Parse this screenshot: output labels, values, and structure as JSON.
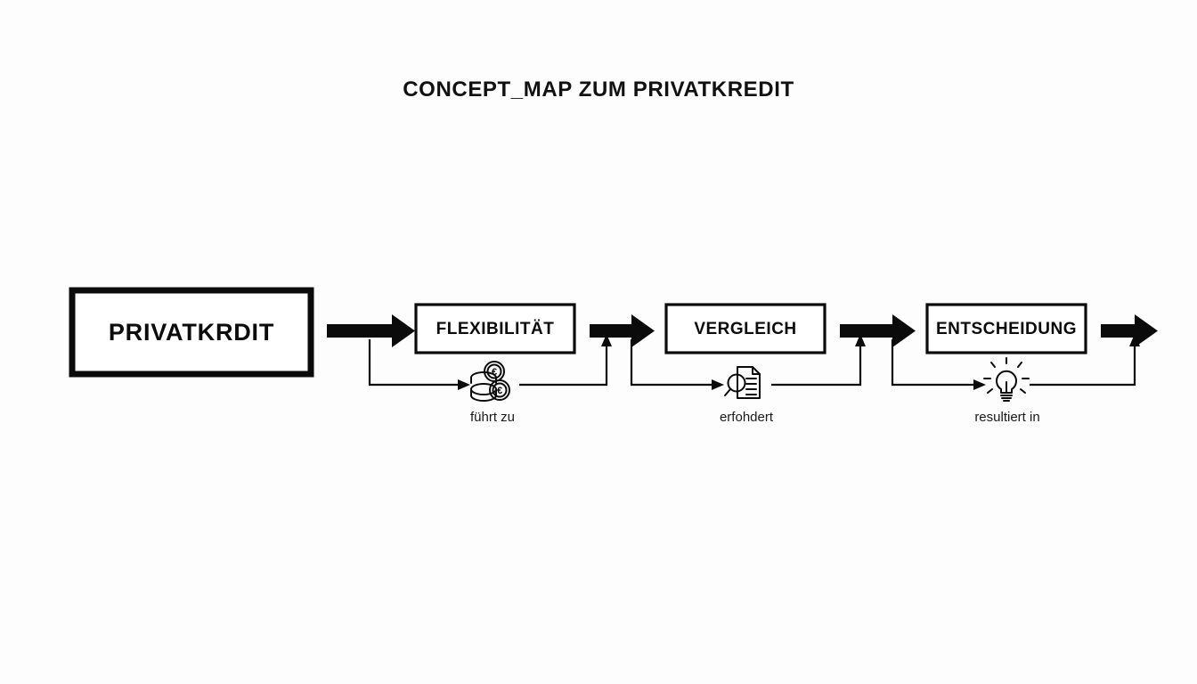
{
  "title": "CONCEPT_MAP ZUM PRIVATKREDIT",
  "colors": {
    "background": "#fdfdfd",
    "ink": "#0b0b0b",
    "box_fill": "#ffffff"
  },
  "diagram": {
    "type": "concept-map",
    "orientation": "left-to-right",
    "nodes": [
      {
        "id": "privatkredit",
        "label": "PRIVATKRDIT",
        "emphasis": "primary"
      },
      {
        "id": "flexibilitaet",
        "label": "FLEXIBILITÄT",
        "emphasis": "normal"
      },
      {
        "id": "vergleich",
        "label": "VERGLEICH",
        "emphasis": "normal"
      },
      {
        "id": "entscheidung",
        "label": "ENTSCHEIDUNG",
        "emphasis": "normal"
      }
    ],
    "edges": [
      {
        "id": "edge-1",
        "from": "privatkredit",
        "to": "flexibilitaet",
        "label": "führt zu",
        "icon": "euro-coins-icon"
      },
      {
        "id": "edge-2",
        "from": "flexibilitaet",
        "to": "vergleich",
        "label": "erfohdert",
        "icon": "document-search-icon"
      },
      {
        "id": "edge-3",
        "from": "vergleich",
        "to": "entscheidung",
        "label": "resultiert in",
        "icon": "lightbulb-idea-icon"
      }
    ]
  }
}
